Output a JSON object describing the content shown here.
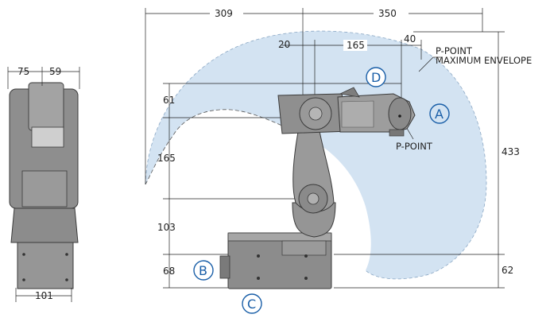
{
  "side_view": {
    "top_dims": [
      "75",
      "59"
    ],
    "bottom_dim": "101"
  },
  "main_view": {
    "horizontal_dims": [
      "309",
      "350",
      "20",
      "165",
      "40"
    ],
    "vertical_dims_left": [
      "61",
      "165",
      "103",
      "68"
    ],
    "vertical_dims_right": [
      "433",
      "62"
    ],
    "labels": {
      "p_point_envelope_line1": "P-POINT",
      "p_point_envelope_line2": "MAXIMUM ENVELOPE",
      "p_point": "P-POINT"
    },
    "callouts": [
      "A",
      "B",
      "C",
      "D"
    ]
  },
  "colors": {
    "envelope": "#d3e3f2",
    "robot_body": "#9a9a9a",
    "robot_dark": "#6b6b6b",
    "callout": "#1a5fa8"
  }
}
